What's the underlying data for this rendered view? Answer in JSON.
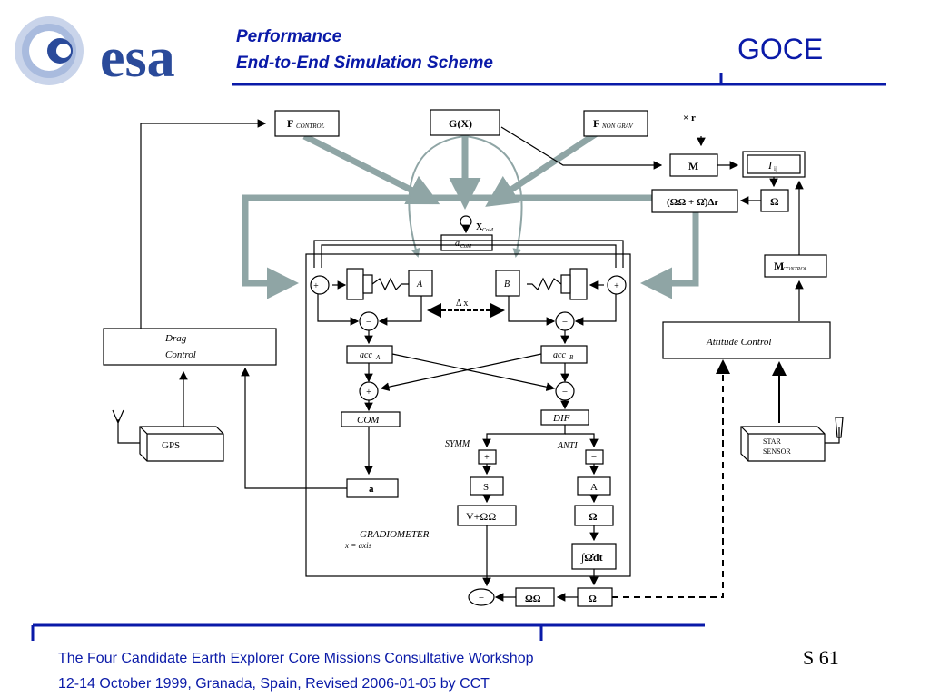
{
  "header": {
    "logo_text": "esa",
    "title_line1": "Performance",
    "title_line2": "End-to-End Simulation Scheme",
    "mission": "GOCE"
  },
  "diagram": {
    "f_control": "F",
    "f_control_sub": "CONTROL",
    "g_x": "G(X)",
    "f_nongrav": "F",
    "f_nongrav_sub": "NON GRAV",
    "x_r": "× r",
    "m": "M",
    "i_ij": "I",
    "i_ij_sub": "ij",
    "omega_term": "(ΩΩ + Ω̇)Δr",
    "omega": "Ω",
    "m_control": "M",
    "m_control_sub": "CONTROL",
    "x_com": "X",
    "x_com_sub": "CoM",
    "a_com": "a",
    "a_com_sub": "CoM",
    "mass_a": "A",
    "mass_b": "B",
    "delta_x": "Δ x",
    "drag_control_1": "Drag",
    "drag_control_2": "Control",
    "attitude_control": "Attitude  Control",
    "acc_a": "acc",
    "acc_a_sub": "A",
    "acc_b": "acc",
    "acc_b_sub": "B",
    "com": "COM",
    "dif": "DIF",
    "symm": "SYMM",
    "anti": "ANTI",
    "gps": "GPS",
    "star_sensor_1": "STAR",
    "star_sensor_2": "SENSOR",
    "a_out": "a",
    "s": "S",
    "a_anti": "A",
    "v_omega": "V+ΩΩ",
    "omega_anti": "Ω",
    "integral": "∫Ω̇dt",
    "gradiometer": "GRADIOMETER",
    "x_axis": "x = axis",
    "omega_omega": "ΩΩ",
    "omega_bottom": "Ω",
    "plus": "+",
    "minus": "−"
  },
  "footer": {
    "line1": "The Four Candidate Earth Explorer Core Missions Consultative Workshop",
    "line2": "12-14 October 1999, Granada, Spain, Revised 2006-01-05 by CCT",
    "slide_number": "S 61"
  },
  "colors": {
    "brand_blue": "#0a1aa8",
    "logo_blue": "#2a4a9a",
    "thick_arrow": "#8fa5a5"
  }
}
